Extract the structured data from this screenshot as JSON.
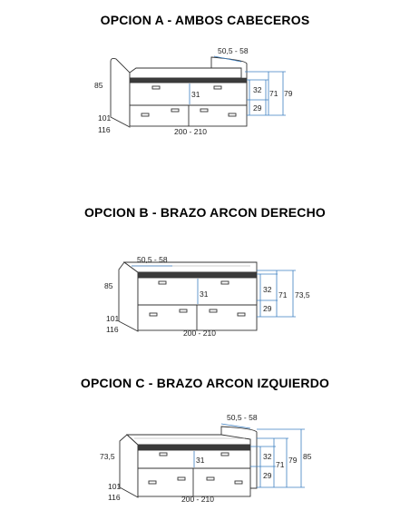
{
  "options": [
    {
      "title": "OPCION A - AMBOS CABECEROS",
      "dims": {
        "headboard_height": "85",
        "depth_a": "101",
        "depth_b": "116",
        "length": "200 - 210",
        "rail_width": "50,5 - 58",
        "drawer_height": "31",
        "upper_height": "32",
        "lower_height": "29",
        "bed_height": "71",
        "total_height": "79"
      }
    },
    {
      "title": "OPCION B - BRAZO ARCON DERECHO",
      "dims": {
        "headboard_height": "85",
        "depth_a": "101",
        "depth_b": "116",
        "length": "200 - 210",
        "rail_width": "50,5 - 58",
        "drawer_height": "31",
        "upper_height": "32",
        "lower_height": "29",
        "bed_height": "71",
        "total_height": "73,5"
      }
    },
    {
      "title": "OPCION C - BRAZO ARCON IZQUIERDO",
      "dims": {
        "headboard_height": "73,5",
        "depth_a": "101",
        "depth_b": "116",
        "length": "200 - 210",
        "rail_width": "50,5 - 58",
        "drawer_height": "31",
        "upper_height": "32",
        "lower_height": "29",
        "bed_height": "71",
        "total_height": "79",
        "max_height": "85"
      }
    }
  ]
}
